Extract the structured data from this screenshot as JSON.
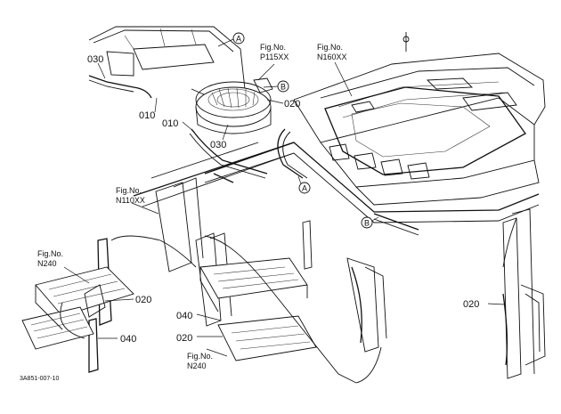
{
  "labels": {
    "part_030_top": "030",
    "part_010_a": "010",
    "part_010_b": "010",
    "part_030_mid": "030",
    "part_020_top": "020",
    "part_020_left": "020",
    "part_040_left": "040",
    "part_040_mid": "040",
    "part_020_mid": "020",
    "part_020_right": "020",
    "ref_a_top": "A",
    "ref_b_top": "B",
    "ref_a_mid": "A",
    "ref_b_mid": "B"
  },
  "fig_refs": {
    "p115_title": "Fig.No.",
    "p115_code": "P115XX",
    "n160_title": "Fig.No.",
    "n160_code": "N160XX",
    "n110_title": "Fig.No.",
    "n110_code": "N110XX",
    "n240_left_title": "Fig.No.",
    "n240_left_code": "N240",
    "n240_mid_title": "Fig.No.",
    "n240_mid_code": "N240"
  },
  "drawing_code": "3A851-007-10"
}
